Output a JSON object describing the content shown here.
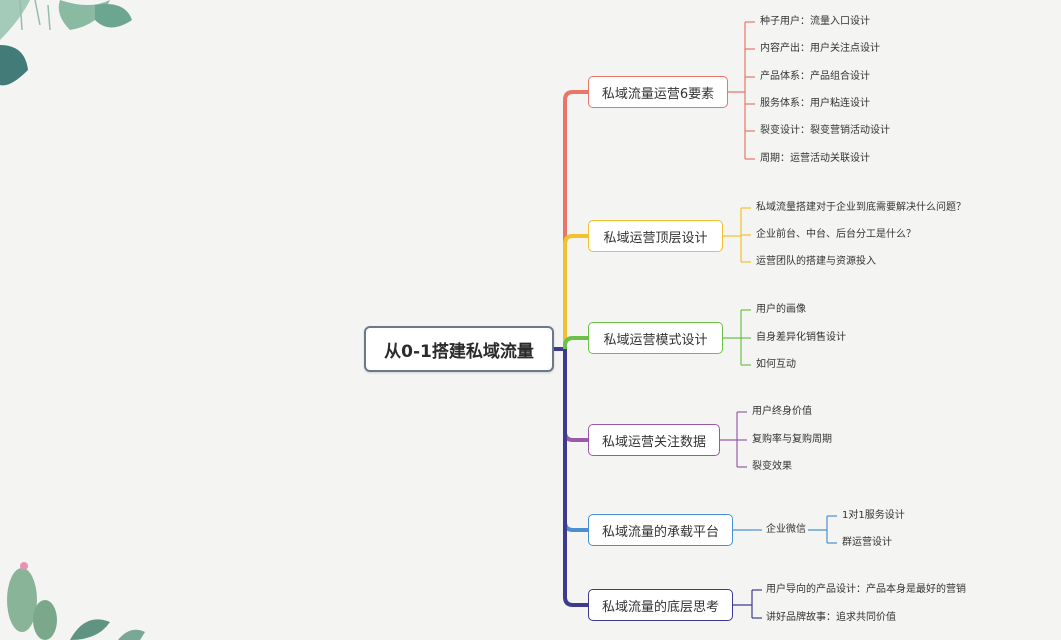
{
  "root": "从0-1搭建私域流量",
  "colors": {
    "background": "#f4f4f2",
    "root_border": "#6a7a8c"
  },
  "branches": [
    {
      "label": "私域流量运营6要素",
      "color": "#e8756a",
      "children": [
        "种子用户：流量入口设计",
        "内容产出：用户关注点设计",
        "产品体系：产品组合设计",
        "服务体系：用户粘连设计",
        "裂变设计：裂变营销活动设计",
        "周期：运营活动关联设计"
      ]
    },
    {
      "label": "私域运营顶层设计",
      "color": "#f2c12e",
      "children": [
        "私域流量搭建对于企业到底需要解决什么问题？",
        "企业前台、中台、后台分工是什么？",
        "运营团队的搭建与资源投入"
      ]
    },
    {
      "label": "私域运营模式设计",
      "color": "#6cc04a",
      "children": [
        "用户的画像",
        "自身差异化销售设计",
        "如何互动"
      ]
    },
    {
      "label": "私域运营关注数据",
      "color": "#9b5aa8",
      "children": [
        "用户终身价值",
        "复购率与复购周期",
        "裂变效果"
      ]
    },
    {
      "label": "私域流量的承载平台",
      "color": "#4a90d0",
      "children": [
        "企业微信"
      ],
      "subchildren": [
        "1对1服务设计",
        "群运营设计"
      ]
    },
    {
      "label": "私域流量的底层思考",
      "color": "#3e3a8f",
      "children": [
        "用户导向的产品设计：产品本身是最好的营销",
        "讲好品牌故事：追求共同价值"
      ]
    }
  ]
}
